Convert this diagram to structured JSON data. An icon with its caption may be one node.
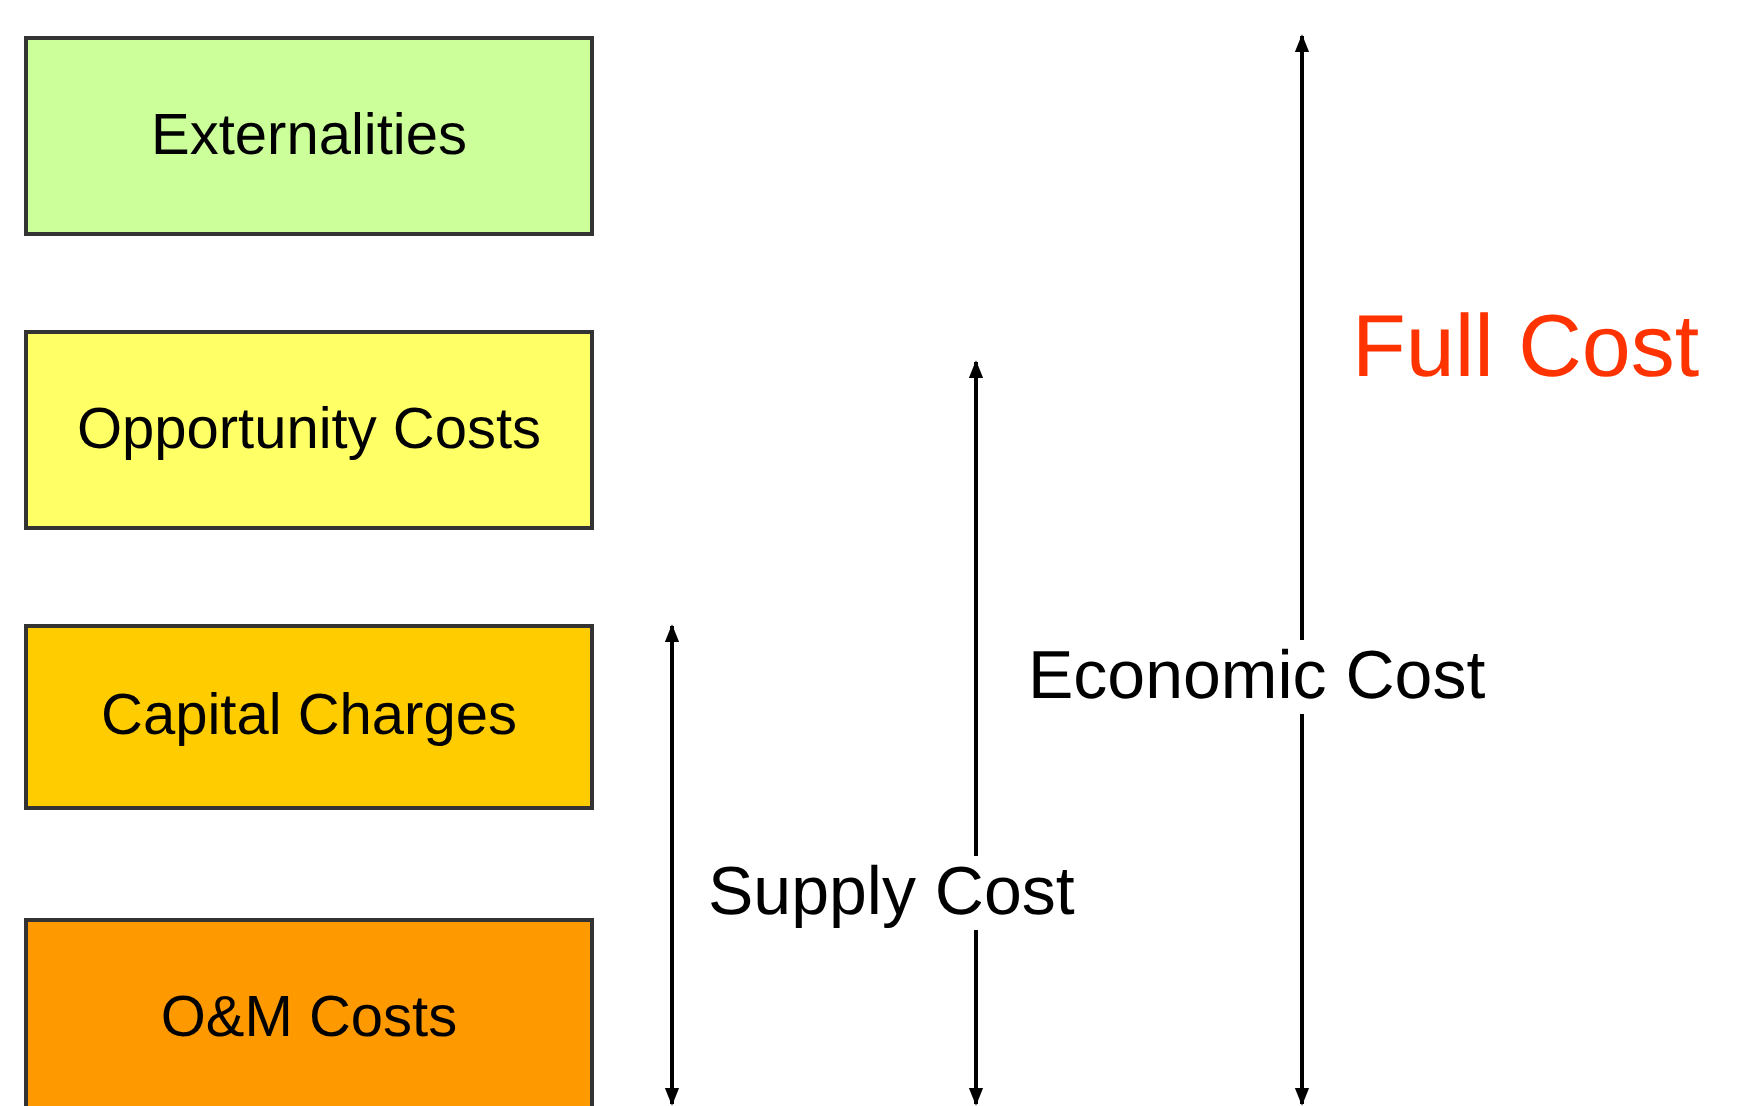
{
  "diagram": {
    "nodes": [
      {
        "text": [
          "Externalities"
        ]
      },
      {
        "text": [
          "Opportunity Costs"
        ]
      },
      {
        "text": [
          "Capital Charges"
        ]
      },
      {
        "text": [
          "O&M Costs"
        ]
      }
    ],
    "labels": [
      "Full Cost",
      "Economic Cost",
      "Supply Cost"
    ]
  }
}
